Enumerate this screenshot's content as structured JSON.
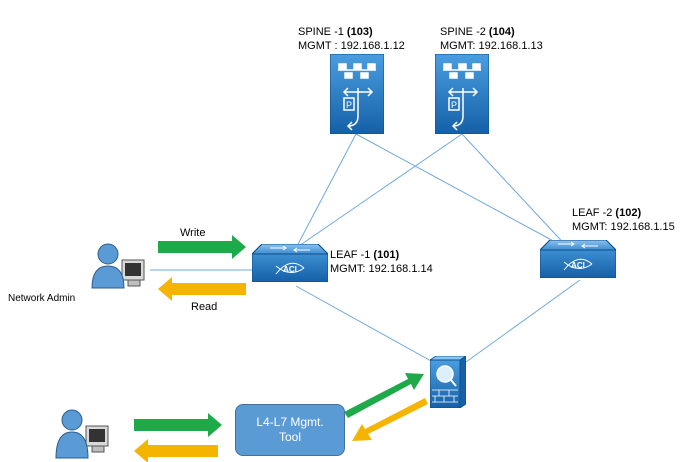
{
  "spine1": {
    "name": "SPINE -1",
    "id": "(103)",
    "mgmt": "MGMT : 192.168.1.12"
  },
  "spine2": {
    "name": "SPINE -2",
    "id": "(104)",
    "mgmt": "MGMT: 192.168.1.13"
  },
  "leaf1": {
    "name": "LEAF -1",
    "id": "(101)",
    "mgmt": "MGMT: 192.168.1.14"
  },
  "leaf2": {
    "name": "LEAF -2",
    "id": "(102)",
    "mgmt": "MGMT: 192.168.1.15"
  },
  "admin": {
    "label": "Network Admin"
  },
  "arrows": {
    "write": "Write",
    "read": "Read"
  },
  "tool": {
    "line1": "L4-L7 Mgmt.",
    "line2": "Tool"
  },
  "icons": {
    "spine": "aci-spine-switch-icon",
    "leaf": "aci-leaf-switch-icon",
    "firewall": "firewall-appliance-icon",
    "user": "user-workstation-icon"
  },
  "colors": {
    "device_blue": "#1f6fb5",
    "link": "#6fa8dc",
    "write_arrow": "#1faa4a",
    "read_arrow": "#f5b400",
    "tool_box": "#5b9bd5"
  }
}
